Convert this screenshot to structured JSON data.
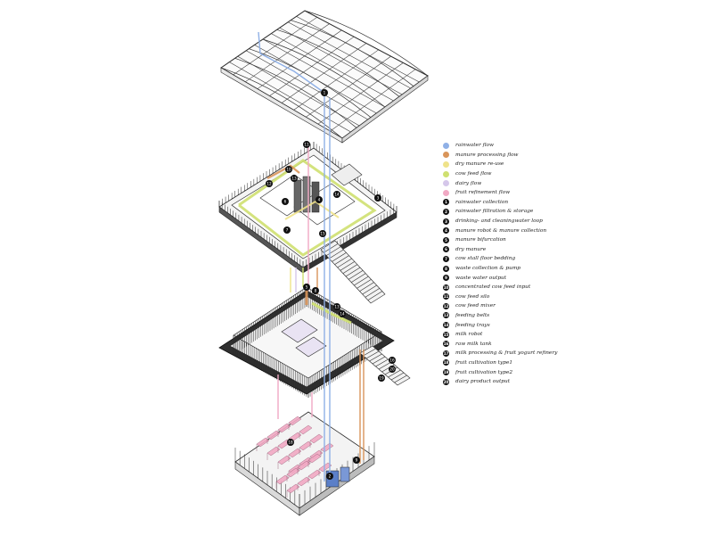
{
  "colors": {
    "rainwater": "#8fb0e6",
    "manure": "#d9955a",
    "dry_manure": "#efe38a",
    "cow_feed": "#cfe070",
    "dairy": "#d5c7ea",
    "fruit": "#f1a9c4",
    "line": "#2a2a2a",
    "floor": "#444444"
  },
  "legend": {
    "flows": [
      {
        "label": "rainwater flow",
        "color": "#8fb0e6"
      },
      {
        "label": "manure processing flow",
        "color": "#d9955a"
      },
      {
        "label": "dry manure re-use",
        "color": "#efe38a"
      },
      {
        "label": "cow feed flow",
        "color": "#cfe070"
      },
      {
        "label": "dairy flow",
        "color": "#d5c7ea"
      },
      {
        "label": "fruit refinement flow",
        "color": "#f1a9c4"
      }
    ],
    "items": [
      {
        "num": "1",
        "label": "rainwater collection"
      },
      {
        "num": "2",
        "label": "rainwater filtration & storage"
      },
      {
        "num": "3",
        "label": "drinking- and cleaningwater loop"
      },
      {
        "num": "4",
        "label": "manure robot & manure collection"
      },
      {
        "num": "5",
        "label": "manure bifurcation"
      },
      {
        "num": "6",
        "label": "dry manure"
      },
      {
        "num": "7",
        "label": "cow stall floor bedding"
      },
      {
        "num": "8",
        "label": "waste collection & pump"
      },
      {
        "num": "9",
        "label": "waste water output"
      },
      {
        "num": "10",
        "label": "concentrated cow feed input"
      },
      {
        "num": "11",
        "label": "cow feed silo"
      },
      {
        "num": "12",
        "label": "cow feed mixer"
      },
      {
        "num": "13",
        "label": "feeding belts"
      },
      {
        "num": "14",
        "label": "feeding trays"
      },
      {
        "num": "15",
        "label": "milk robot"
      },
      {
        "num": "16",
        "label": "raw milk tank"
      },
      {
        "num": "17",
        "label": "milk processing & fruit yogurt refinery"
      },
      {
        "num": "18",
        "label": "fruit cultivation type1"
      },
      {
        "num": "19",
        "label": "fruit cultivation type2"
      },
      {
        "num": "20",
        "label": "dairy product output"
      }
    ]
  },
  "markers": {
    "roof": [
      "1"
    ],
    "upper": [
      "11",
      "10",
      "13",
      "12",
      "14",
      "4",
      "15",
      "7",
      "6",
      "3"
    ],
    "middle": [
      "5",
      "8",
      "13",
      "14",
      "16",
      "20",
      "19"
    ],
    "lower": [
      "18",
      "2",
      "9"
    ]
  }
}
